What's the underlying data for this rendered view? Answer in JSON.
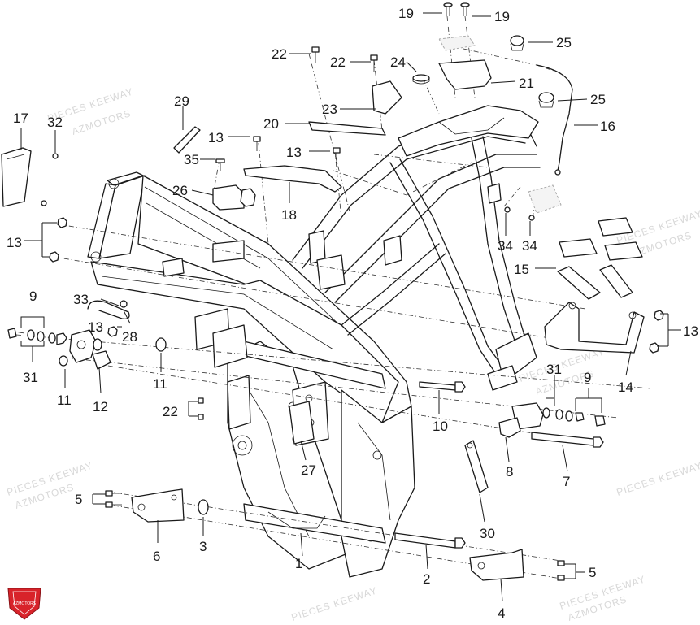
{
  "diagram": {
    "callouts": [
      "1",
      "2",
      "3",
      "4",
      "5",
      "6",
      "7",
      "8",
      "9",
      "10",
      "11",
      "12",
      "13",
      "14",
      "15",
      "16",
      "17",
      "18",
      "19",
      "20",
      "21",
      "22",
      "23",
      "24",
      "25",
      "26",
      "27",
      "28",
      "29",
      "30",
      "31",
      "32",
      "33",
      "34",
      "35"
    ],
    "watermark": {
      "line1": "PIECES KEEWAY",
      "line2": "AZMOTORS"
    },
    "logo": {
      "text": "AZMOTORS",
      "color": "#d8232a"
    },
    "colors": {
      "line": "#1a1a1a",
      "watermark": "#d8d8d8"
    }
  }
}
